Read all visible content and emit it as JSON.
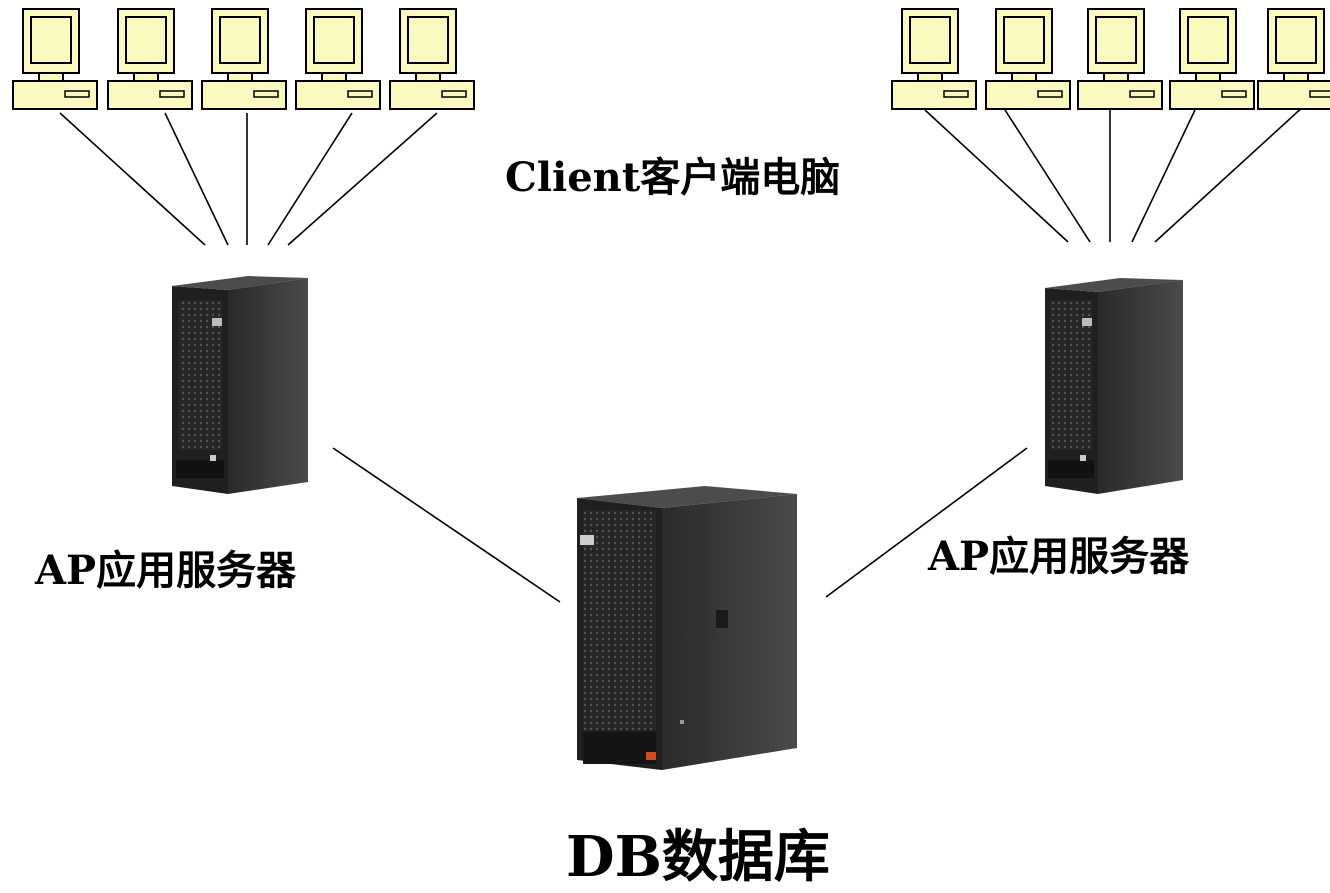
{
  "labels": {
    "clients": "Client客户端电脑",
    "app_server_left": "AP应用服务器",
    "app_server_right": "AP应用服务器",
    "database": "DB数据库"
  },
  "colors": {
    "monitor_fill": "#fafac0",
    "outline": "#000000",
    "server_body": "#3a3a3a",
    "server_front": "#2a2a2a",
    "background": "#ffffff"
  },
  "icons": {
    "client": "desktop-computer-icon",
    "app_server": "tower-server-icon",
    "db_server": "tower-server-icon"
  },
  "topology": {
    "left_group_clients": 5,
    "right_group_clients": 5,
    "app_servers": 2,
    "database_servers": 1
  }
}
